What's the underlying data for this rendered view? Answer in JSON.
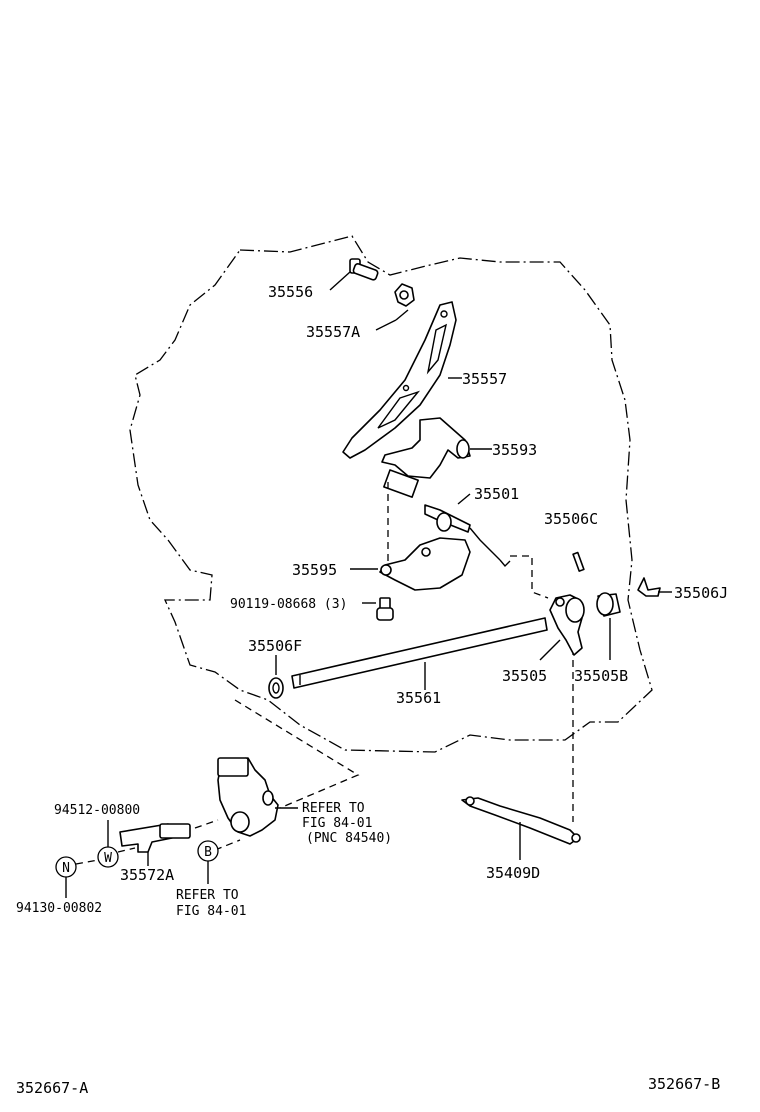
{
  "diagram": {
    "footer_left": "352667-A",
    "footer_right": "352667-B",
    "parts": {
      "p35556": "35556",
      "p35557A": "35557A",
      "p35557": "35557",
      "p35593": "35593",
      "p35501": "35501",
      "p35506C": "35506C",
      "p35506J": "35506J",
      "p35595": "35595",
      "p90119": "90119-08668 (3)",
      "p35506F": "35506F",
      "p35561": "35561",
      "p35505": "35505",
      "p35505B": "35505B",
      "p94512": "94512-00800",
      "p35572A": "35572A",
      "p94130": "94130-00802",
      "p35409D": "35409D"
    },
    "markers": {
      "W": "W",
      "N": "N",
      "B": "B"
    },
    "refer1": {
      "line1": "REFER TO",
      "line2": "FIG 84-01",
      "line3": "(PNC 84540)"
    },
    "refer2": {
      "line1": "REFER TO",
      "line2": "FIG 84-01"
    }
  }
}
